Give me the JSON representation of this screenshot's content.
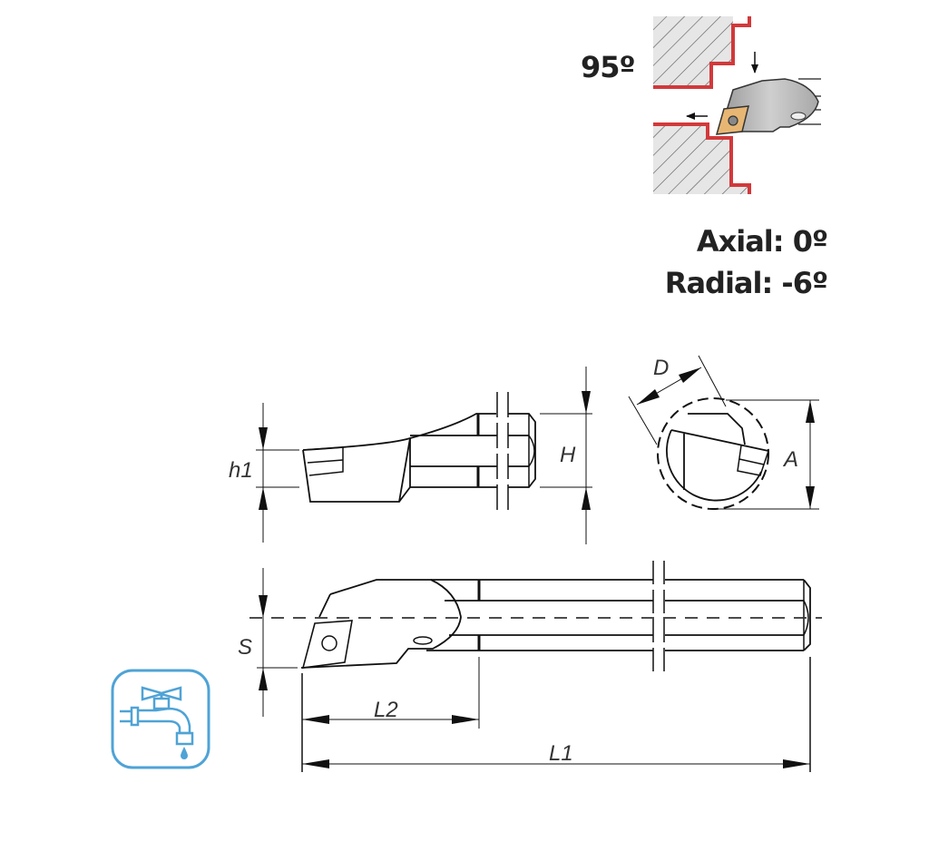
{
  "operation_diagram": {
    "approach_angle": "95º",
    "insert_color": "#e8b673",
    "holder_color": "#b8b8b8",
    "workpiece_contour_color": "#d2393b"
  },
  "rake_angles": {
    "axial": "Axial: 0º",
    "radial": "Radial: -6º"
  },
  "dimensions": {
    "h1": "h1",
    "H": "H",
    "D": "D",
    "A": "A",
    "S": "S",
    "L1": "L1",
    "L2": "L2"
  },
  "coolant_icon": {
    "name": "internal-coolant",
    "color": "#4fa3d6"
  }
}
